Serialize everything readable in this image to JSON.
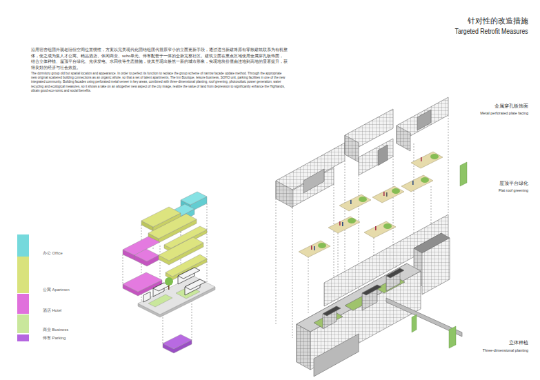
{
  "diagram": {
    "title": "针对性的改造措施",
    "labels": [
      "Targeted Retrofit Measures",
      "沿用宿舍组团外观老旧但空间位置惯性，方案以完美现代化团结组团代替原窄小的立面更新手段，通过适当新建将原有零散建筑联系为有机整体，使之成为集人才公寓、精品酒店、休闲商业、soho单元、停车配套于一体的全新完整社区。建筑立面在重点区域使用金属穿孔板饰面，结合立体种植、屋顶平台绿化、光伏发电、水回收等生态措施，使其呈现出焕然一新的城市形象，实现地块价值由洼地到高地的显著提升，获得良好的经济与社会效益。",
      "The dormitory group old but spatial location and appearance. In order to perfect its function to replace the group scheme of narrow facade update method. Through the appropriate new original scattered building connections as an organic whole, so that a set of talent apartments, The Inn Boutique, leisure business, SOHO unit, parking facilities in one of the new integrated community. Building facades using perforated metal veneer in key areas, combined with three-dimensional planting, roof greening, photovoltaic power generation, water recycling and ecological measures, so it shows a take on an altogether new aspect of the city image, realize the value of land from depression to significantly enhance the Highlands, obtain good eco-nomic and social benefits.",
      "金属穿孔板饰面",
      "Metal perforated plate facing",
      "屋顶平台绿化",
      "Flat roof greening",
      "立体种植",
      "Three-dimensional planting"
    ],
    "legend": [
      {
        "text": "办公 Office",
        "color": "#75d9dc"
      },
      {
        "text": "公寓 Apartmen",
        "color": "#d9e27c"
      },
      {
        "text": "酒店 Hotel",
        "color": "#e070dc"
      },
      {
        "text": "商业 Business",
        "color": "#c9e79c"
      },
      {
        "text": "停车 Parking",
        "color": "#b566e0"
      }
    ]
  }
}
